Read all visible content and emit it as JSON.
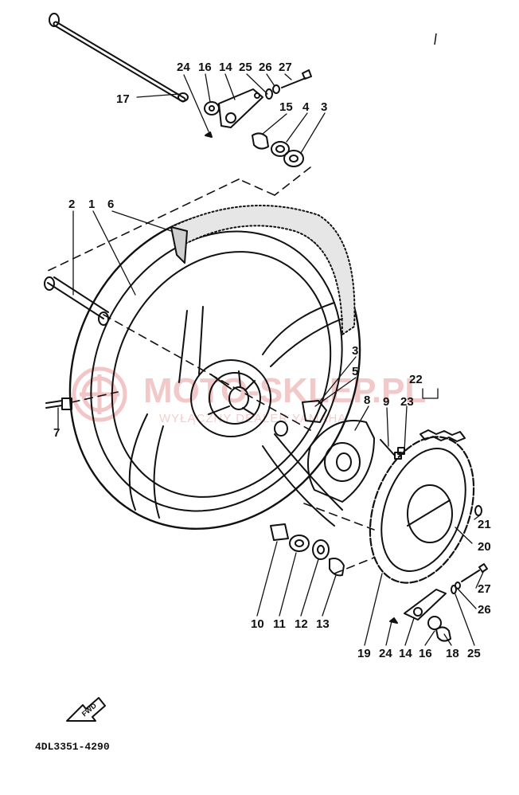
{
  "diagram_code": "4DL3351-4290",
  "forward_label": "FWD",
  "watermark": {
    "brand": "MOTO-SKLEP.PL",
    "tagline": "WYŁĄCZNY DEALER YAMAHA"
  },
  "callouts": {
    "c1": "1",
    "c2": "2",
    "c3a": "3",
    "c3b": "3",
    "c4": "4",
    "c5": "5",
    "c6": "6",
    "c7": "7",
    "c8": "8",
    "c9": "9",
    "c10": "10",
    "c11": "11",
    "c12": "12",
    "c13": "13",
    "c14a": "14",
    "c14b": "14",
    "c15": "15",
    "c16a": "16",
    "c16b": "16",
    "c17": "17",
    "c18": "18",
    "c19": "19",
    "c20": "20",
    "c21": "21",
    "c22": "22",
    "c23": "23",
    "c24a": "24",
    "c24b": "24",
    "c25a": "25",
    "c25b": "25",
    "c26a": "26",
    "c26b": "26",
    "c27a": "27",
    "c27b": "27"
  }
}
